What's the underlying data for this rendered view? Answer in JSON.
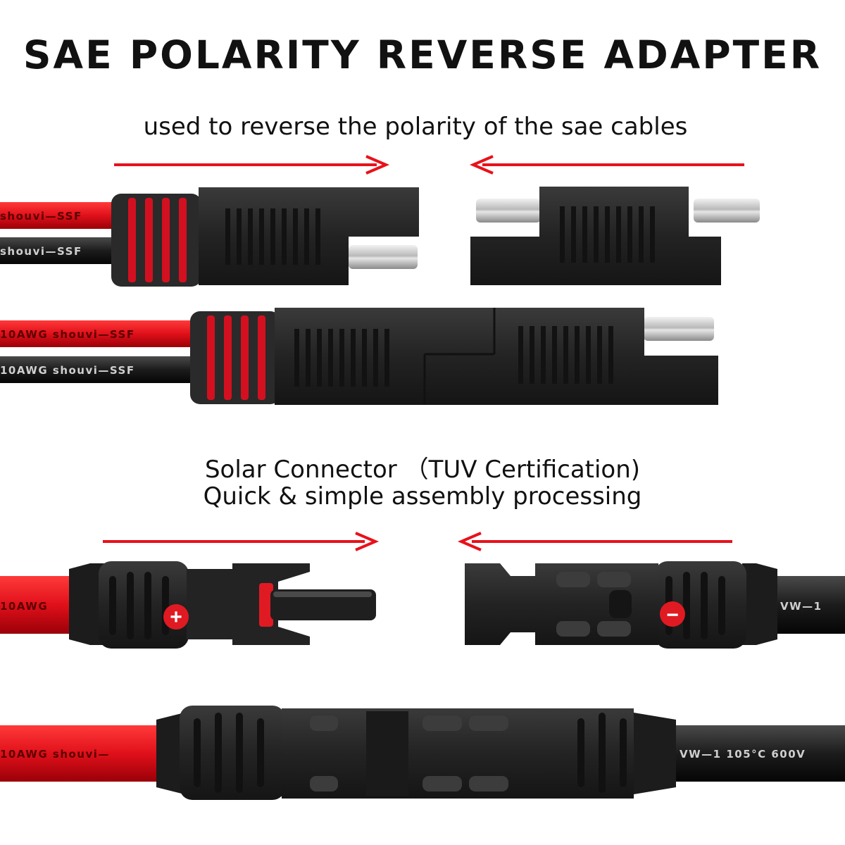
{
  "heading": "SAE POLARITY REVERSE ADAPTER",
  "sae_section": {
    "caption": "used to reverse the polarity of the sae cables",
    "cable_print_short": "shouvi—SSF",
    "cable_print_long": "10AWG shouvi—SSF"
  },
  "solar_section": {
    "caption_line1": "Solar Connector （TUV Certification)",
    "caption_line2": "Quick & simple assembly processing",
    "cable_print_red": "10AWG",
    "cable_print_black": "VW—1",
    "cable_print_red_long": "10AWG shouvi—",
    "cable_print_black_long": "VW—1 105°C 600V",
    "plus_symbol": "+",
    "minus_symbol": "−"
  },
  "colors": {
    "cable_red": "#e0101a",
    "cable_black": "#1a1a1a",
    "connector_black": "#232323",
    "arrow_red": "#e8111b",
    "pin_silver": "#c8c8c8"
  }
}
